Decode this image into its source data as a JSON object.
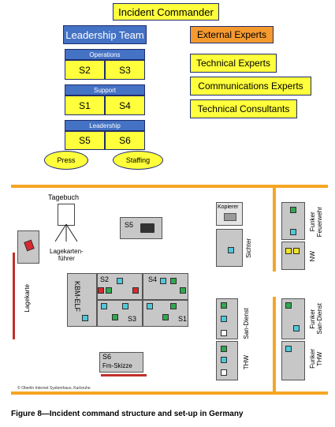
{
  "org_chart": {
    "incident_commander": "Incident Commander",
    "leadership_team": "Leadership Team",
    "external_experts": "External Experts",
    "groups": [
      {
        "label": "Operations",
        "cells": [
          "S2",
          "S3"
        ]
      },
      {
        "label": "Support",
        "cells": [
          "S1",
          "S4"
        ]
      },
      {
        "label": "Leadership",
        "cells": [
          "S5",
          "S6"
        ]
      }
    ],
    "ellipses": [
      "Press",
      "Staffing"
    ],
    "experts": [
      "Technical Experts",
      "Communications Experts",
      "Technical Consultants"
    ]
  },
  "floor_plan": {
    "tagebuch": "Tagebuch",
    "lagekartenfuehrer": "Lagekarten-\nführer",
    "lagekarte": "Lagekarte",
    "kbm_elf": "KBM-ELF",
    "s5": "S5",
    "s2": "S2",
    "s4": "S4",
    "s3": "S3",
    "s1": "S1",
    "s6": "S6",
    "fm_skizze": "Fm-Skizze",
    "kopierer": "Kopierer",
    "sichter": "Sichter",
    "funker_feuerwehr": "Funker\nFeuerwehr",
    "nw": "NW",
    "san_dienst": "San-Dienst",
    "funker_san_dienst": "Funker\nSan-Dienst",
    "thw": "THW",
    "funker_thw": "Funker\nTHW",
    "copyright": "© Oberlin Internet Systemhaus, Karlsruhe"
  },
  "caption": "Figure 8—Incident command structure and set-up in Germany",
  "colors": {
    "yellow": "#ffff3c",
    "blue": "#4472c4",
    "orange": "#f59a2e",
    "wall": "#f5a623",
    "red_wall": "#c0302a"
  }
}
